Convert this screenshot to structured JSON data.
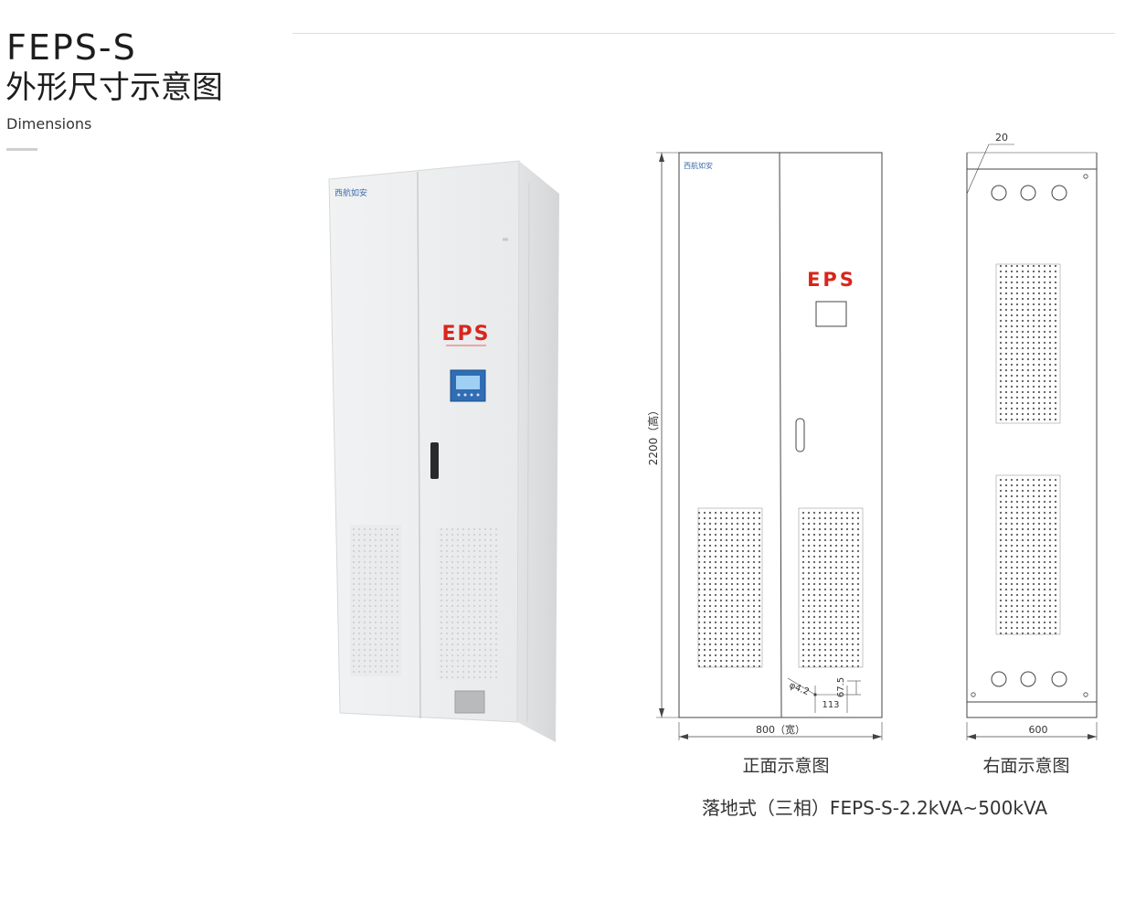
{
  "header": {
    "title_en": "FEPS-S",
    "title_cn": "外形尺寸示意图",
    "subtitle": "Dimensions"
  },
  "photo": {
    "brand_text": "西航如安",
    "eps_text": "EPS"
  },
  "front_view": {
    "brand_text": "西航如安",
    "eps_text": "EPS",
    "height_label": "2200（高）",
    "width_label": "800（宽）",
    "hole_label": "φ4.2",
    "dim_113": "113",
    "dim_67": "67.5",
    "caption": "正面示意图"
  },
  "side_view": {
    "top_dim": "20",
    "width_label": "600",
    "caption": "右面示意图"
  },
  "footer_caption": "落地式（三相）FEPS-S-2.2kVA~500kVA",
  "colors": {
    "eps_red": "#d8261c",
    "panel_blue": "#2f6db5",
    "cabinet_white": "#eef0f1",
    "line": "#444444"
  }
}
